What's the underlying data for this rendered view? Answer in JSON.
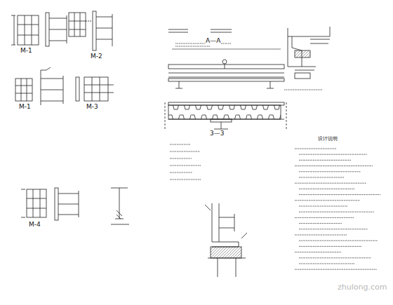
{
  "diagram": {
    "labels": [
      "M-1",
      "M-2",
      "M-1",
      "M-3",
      "M-4",
      "A—A",
      "3—3",
      "设计说明",
      "zhulong.com"
    ]
  }
}
